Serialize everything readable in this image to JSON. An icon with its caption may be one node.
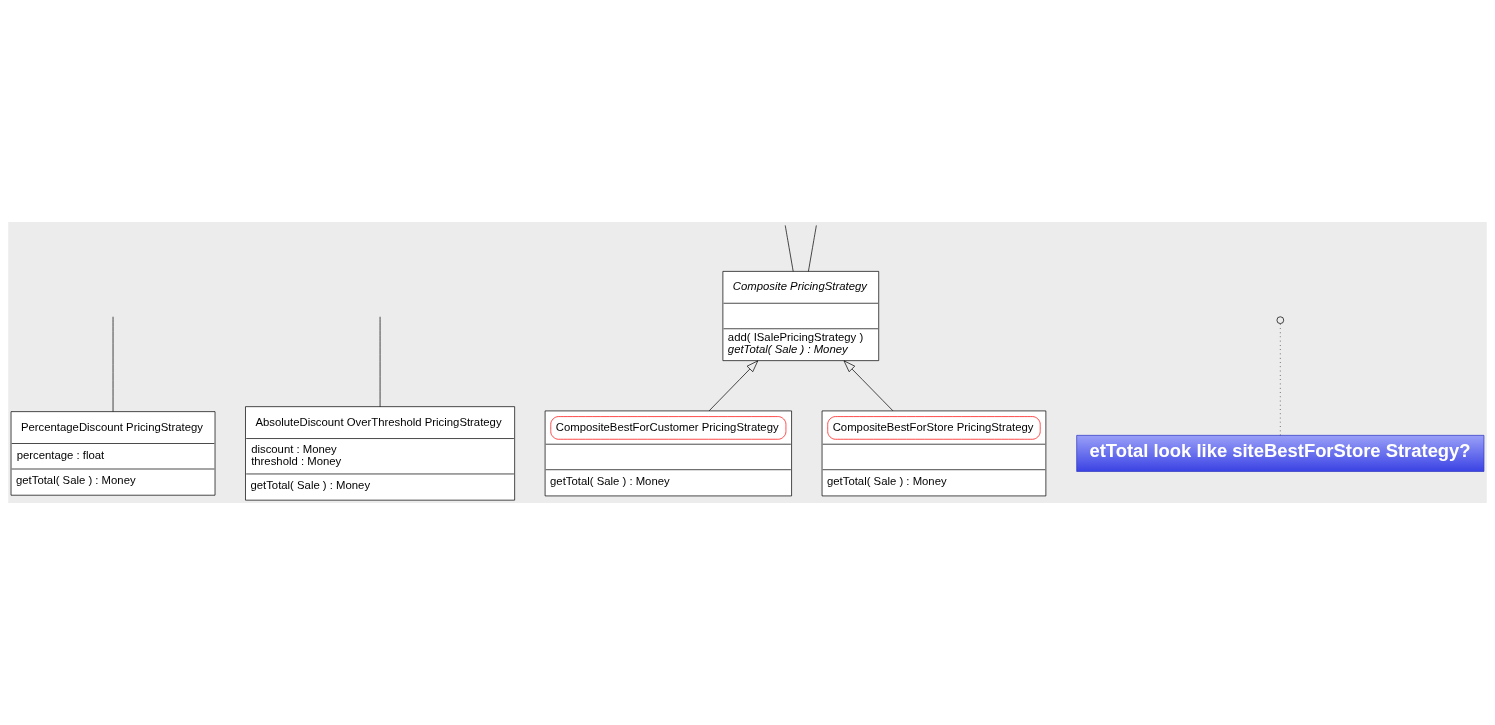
{
  "diagram": {
    "nodes": [
      {
        "text": [
          "PercentageDiscount PricingStrategy",
          "percentage : float",
          "getTotal( Sale ) : Money"
        ]
      },
      {
        "text": [
          "AbsoluteDiscount OverThreshold PricingStrategy",
          "discount : Money",
          "threshold : Money",
          "getTotal( Sale ) : Money"
        ]
      },
      {
        "text": [
          "Composite PricingStrategy",
          "add( ISalePricingStrategy )",
          "getTotal( Sale ) : Money"
        ]
      },
      {
        "text": [
          "CompositeBestForCustomer PricingStrategy",
          "getTotal( Sale ) : Money"
        ]
      },
      {
        "text": [
          "CompositeBestForStore PricingStrategy",
          "getTotal( Sale ) : Money"
        ]
      },
      {
        "text": [
          "etTotal look like siteBestForStore Strategy?"
        ]
      }
    ],
    "edges": [
      {
        "from": 0,
        "to": null,
        "arrow": "none"
      },
      {
        "from": 1,
        "to": null,
        "arrow": "none"
      },
      {
        "from": 2,
        "to": null,
        "arrow": "none"
      },
      {
        "from": 2,
        "to": null,
        "arrow": "none"
      },
      {
        "from": 3,
        "to": 2,
        "arrow": "to"
      },
      {
        "from": 4,
        "to": 2,
        "arrow": "to"
      },
      {
        "from": 5,
        "to": null,
        "arrow": "other",
        "style": "dashed"
      }
    ]
  }
}
